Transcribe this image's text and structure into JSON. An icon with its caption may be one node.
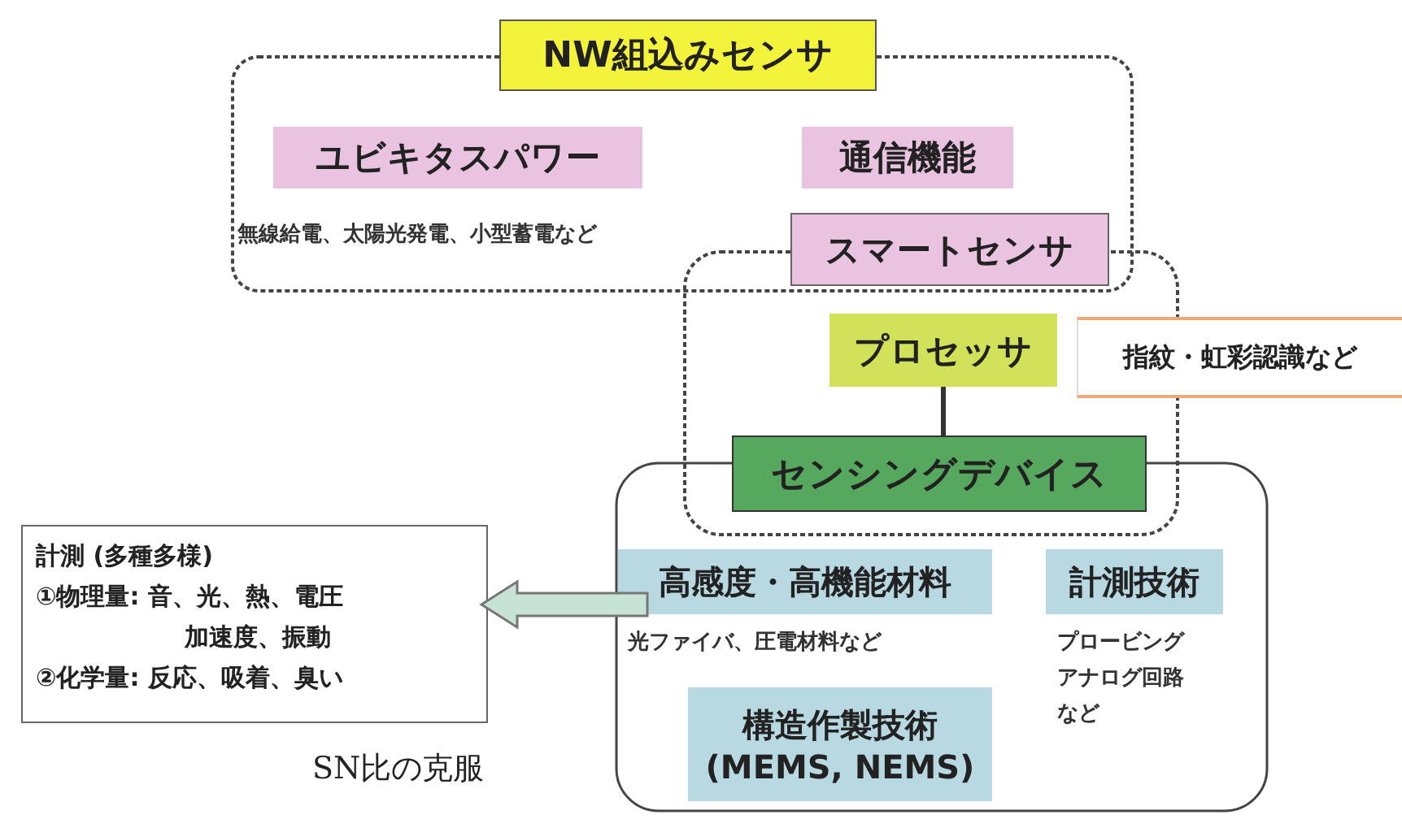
{
  "diagram": {
    "nodes": [
      {
        "text": [
          "NW組込みセンサ"
        ]
      },
      {
        "text": [
          "ユビキタスパワー"
        ],
        "in": 0,
        "beside": [
          "無線給電、太陽光発電、小型蓄電など"
        ]
      },
      {
        "text": [
          "通信機能"
        ],
        "in": 0
      },
      {
        "text": [
          "スマートセンサ"
        ],
        "in": 0
      },
      {
        "text": [],
        "shape": "box"
      },
      {
        "text": [
          "プロセッサ"
        ],
        "in": 4
      },
      {
        "text": [
          "指紋・虹彩認識など"
        ]
      },
      {
        "text": [
          "センシングデバイス"
        ],
        "in": 4
      },
      {
        "text": [],
        "shape": "box"
      },
      {
        "text": [
          "高感度・高機能材料"
        ],
        "in": 8,
        "beside": [
          "光ファイバ、圧電材料など"
        ]
      },
      {
        "text": [
          "構造作製技術 (MEMS, NEMS)"
        ],
        "in": 8
      },
      {
        "text": [
          "計測技術"
        ],
        "in": 8,
        "beside": [
          "プロービングアナログ回路など"
        ]
      },
      {
        "text": [
          "計測 (多種多様)",
          "①物理量: 音、光、熱、電圧加速度、振動",
          "②化学量: 反応、吸着、臭い"
        ]
      }
    ],
    "edges": [
      {
        "from": 5,
        "to": 7,
        "arrow": "none"
      },
      {
        "from": 8,
        "to": 12,
        "arrow": "to",
        "style": "thick",
        "color": "#c6e3d6"
      }
    ],
    "labels": [
      "SN比の克服"
    ]
  }
}
